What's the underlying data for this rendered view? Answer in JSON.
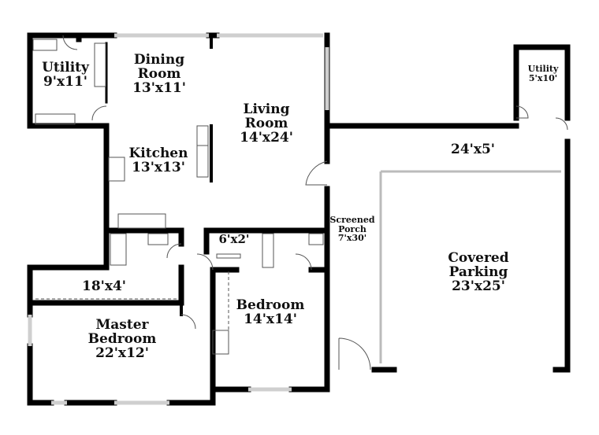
{
  "rooms": {
    "utility_left": {
      "name": "Utility",
      "size": "9'x11'"
    },
    "dining": {
      "name": "Dining\nRoom",
      "name_line1": "Dining",
      "name_line2": "Room",
      "size": "13'x11'"
    },
    "living": {
      "name_line1": "Living",
      "name_line2": "Room",
      "size": "14'x24'"
    },
    "kitchen": {
      "name": "Kitchen",
      "size": "13'x13'"
    },
    "utility_right": {
      "name": "Utility",
      "size": "5'x10'"
    },
    "storage": {
      "size": "24'x5'"
    },
    "screened_porch": {
      "name_line1": "Screened",
      "name_line2": "Porch",
      "size": "7'x30'"
    },
    "covered_parking": {
      "name_line1": "Covered",
      "name_line2": "Parking",
      "size": "23'x25'"
    },
    "closet_hall": {
      "size": "6'x2'"
    },
    "master_closet": {
      "size": "18'x4'"
    },
    "bedroom": {
      "name": "Bedroom",
      "size": "14'x14'"
    },
    "master_bedroom": {
      "name_line1": "Master",
      "name_line2": "Bedroom",
      "size": "22'x12'"
    }
  },
  "colors": {
    "wall": "#000000",
    "window": "#cfcfcf",
    "fixture": "#555555"
  }
}
